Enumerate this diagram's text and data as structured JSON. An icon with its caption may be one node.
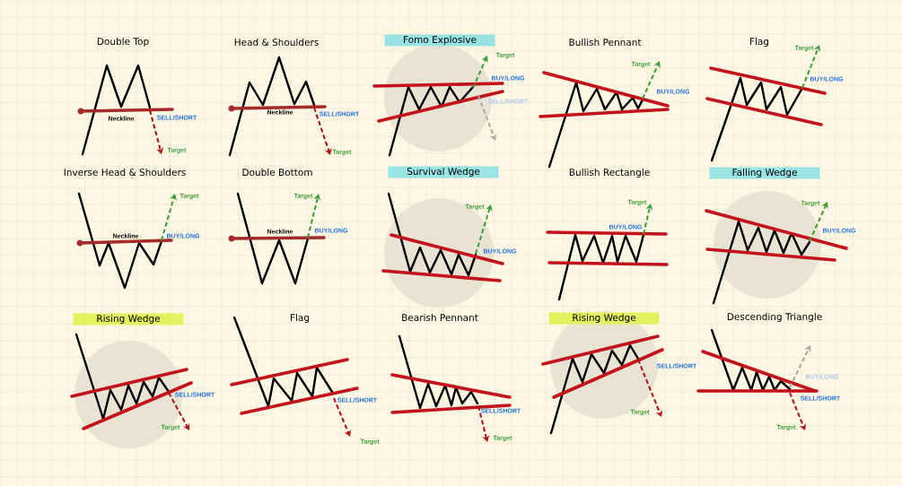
{
  "diagram": {
    "nodes": [
      {
        "text": [
          "Fomo Explosive"
        ]
      },
      {
        "text": [
          "Survival Wedge"
        ]
      },
      {
        "text": [
          "Falling Wedge"
        ]
      },
      {
        "text": [
          "Rising Wedge"
        ]
      },
      {
        "text": [
          "Rising Wedge"
        ]
      }
    ],
    "labels": [
      "Double Top",
      "Neckline",
      "SELL/SHORT",
      "Target",
      "Head & Shoulders",
      "Neckline",
      "SELL/SHORT",
      "Target",
      "Target",
      "BUY/LONG",
      "SELL/SHORT",
      "Bullish Pennant",
      "Target",
      "BUY/LONG",
      "Flag",
      "Target",
      "BUY/LONG",
      "Inverse Head & Shoulders",
      "Target",
      "Neckline",
      "BUY/LONG",
      "Double Bottom",
      "Target",
      "Neckline",
      "BUY/LONG",
      "Target",
      "BUY/LONG",
      "Bullish Rectangle",
      "Target",
      "BUY/LONG",
      "Target",
      "BUY/LONG",
      "SELL/SHORT",
      "Target",
      "Flag",
      "SELL/SHORT",
      "Target",
      "Bearish Pennant",
      "SELL/SHORT",
      "Target",
      "SELL/SHORT",
      "Target",
      "Descending Triangle",
      "BUY/LONG",
      "SELL/SHORT",
      "Target"
    ]
  }
}
